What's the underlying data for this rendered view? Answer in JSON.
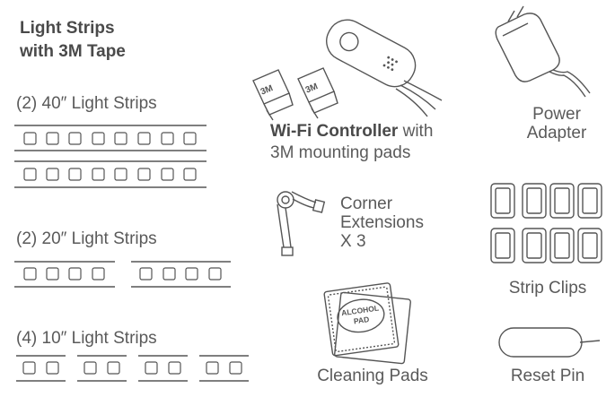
{
  "strips_section": {
    "heading_line1": "Light Strips",
    "heading_line2": "with 3M Tape",
    "strip_40_label": "(2) 40″ Light Strips",
    "strip_20_label": "(2) 20″ Light Strips",
    "strip_10_label": "(4) 10″ Light Strips"
  },
  "controller": {
    "label_bold": "Wi-Fi Controller",
    "label_rest": " with",
    "label_line2": "3M mounting pads",
    "pad_text": "3M"
  },
  "power_adapter": {
    "line1": "Power",
    "line2": "Adapter"
  },
  "corner_extensions": {
    "line1": "Corner",
    "line2": "Extensions",
    "line3": "X 3"
  },
  "strip_clips": {
    "label": "Strip Clips"
  },
  "cleaning_pads": {
    "label": "Cleaning Pads",
    "pad_line1": "ALCOHOL",
    "pad_line2": "PAD"
  },
  "reset_pin": {
    "label": "Reset Pin"
  }
}
